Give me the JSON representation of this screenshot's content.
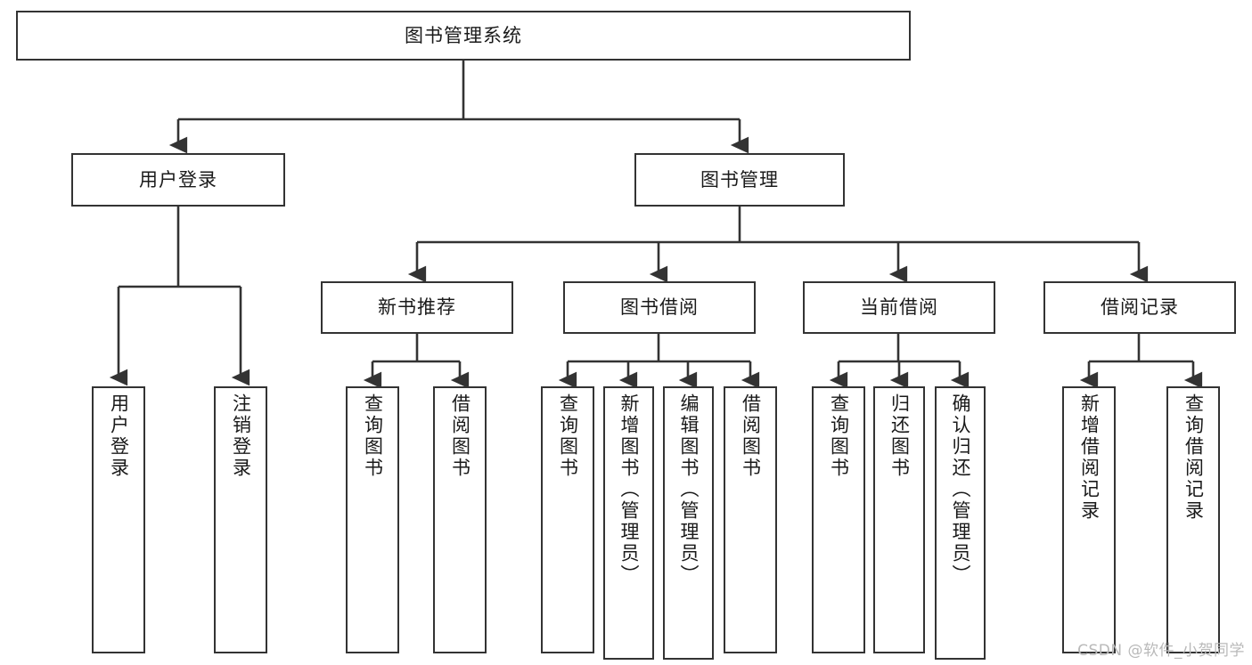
{
  "diagram": {
    "title": "图书管理系统",
    "type": "tree",
    "watermark": "CSDN @软件_小贺同学",
    "colors": {
      "box_border": "#333333",
      "box_fill": "#ffffff",
      "edge": "#333333",
      "text": "#1a1a1a",
      "watermark": "#b9b9b9",
      "background": "#ffffff"
    },
    "nodes": {
      "root": {
        "label": "图书管理系统",
        "orientation": "horizontal"
      },
      "user_login": {
        "label": "用户登录",
        "orientation": "horizontal"
      },
      "book_manage": {
        "label": "图书管理",
        "orientation": "horizontal"
      },
      "new_book_rec": {
        "label": "新书推荐",
        "orientation": "horizontal"
      },
      "book_borrow": {
        "label": "图书借阅",
        "orientation": "horizontal"
      },
      "current_borrow": {
        "label": "当前借阅",
        "orientation": "horizontal"
      },
      "borrow_record": {
        "label": "借阅记录",
        "orientation": "horizontal"
      },
      "leaf_user_login": {
        "label": "用户登录",
        "orientation": "vertical"
      },
      "leaf_user_logout": {
        "label": "注销登录",
        "orientation": "vertical"
      },
      "leaf_rec_query": {
        "label": "查询图书",
        "orientation": "vertical"
      },
      "leaf_rec_borrow": {
        "label": "借阅图书",
        "orientation": "vertical"
      },
      "leaf_borrow_query": {
        "label": "查询图书",
        "orientation": "vertical"
      },
      "leaf_borrow_add": {
        "label": "新增图书（管理员）",
        "orientation": "vertical"
      },
      "leaf_borrow_edit": {
        "label": "编辑图书（管理员）",
        "orientation": "vertical"
      },
      "leaf_borrow_lend": {
        "label": "借阅图书",
        "orientation": "vertical"
      },
      "leaf_cur_query": {
        "label": "查询图书",
        "orientation": "vertical"
      },
      "leaf_cur_return": {
        "label": "归还图书",
        "orientation": "vertical"
      },
      "leaf_cur_confirm": {
        "label": "确认归还（管理员）",
        "orientation": "vertical"
      },
      "leaf_rec_add": {
        "label": "新增借阅记录",
        "orientation": "vertical"
      },
      "leaf_rec_search": {
        "label": "查询借阅记录",
        "orientation": "vertical"
      }
    },
    "hierarchy": [
      {
        "id": "root",
        "label": "图书管理系统",
        "children": [
          {
            "id": "user_login",
            "label": "用户登录",
            "children": [
              {
                "id": "leaf_user_login",
                "label": "用户登录",
                "children": []
              },
              {
                "id": "leaf_user_logout",
                "label": "注销登录",
                "children": []
              }
            ]
          },
          {
            "id": "book_manage",
            "label": "图书管理",
            "children": [
              {
                "id": "new_book_rec",
                "label": "新书推荐",
                "children": [
                  {
                    "id": "leaf_rec_query",
                    "label": "查询图书",
                    "children": []
                  },
                  {
                    "id": "leaf_rec_borrow",
                    "label": "借阅图书",
                    "children": []
                  }
                ]
              },
              {
                "id": "book_borrow",
                "label": "图书借阅",
                "children": [
                  {
                    "id": "leaf_borrow_query",
                    "label": "查询图书",
                    "children": []
                  },
                  {
                    "id": "leaf_borrow_add",
                    "label": "新增图书（管理员）",
                    "children": []
                  },
                  {
                    "id": "leaf_borrow_edit",
                    "label": "编辑图书（管理员）",
                    "children": []
                  },
                  {
                    "id": "leaf_borrow_lend",
                    "label": "借阅图书",
                    "children": []
                  }
                ]
              },
              {
                "id": "current_borrow",
                "label": "当前借阅",
                "children": [
                  {
                    "id": "leaf_cur_query",
                    "label": "查询图书",
                    "children": []
                  },
                  {
                    "id": "leaf_cur_return",
                    "label": "归还图书",
                    "children": []
                  },
                  {
                    "id": "leaf_cur_confirm",
                    "label": "确认归还（管理员）",
                    "children": []
                  }
                ]
              },
              {
                "id": "borrow_record",
                "label": "借阅记录",
                "children": [
                  {
                    "id": "leaf_rec_add",
                    "label": "新增借阅记录",
                    "children": []
                  },
                  {
                    "id": "leaf_rec_search",
                    "label": "查询借阅记录",
                    "children": []
                  }
                ]
              }
            ]
          }
        ]
      }
    ]
  }
}
